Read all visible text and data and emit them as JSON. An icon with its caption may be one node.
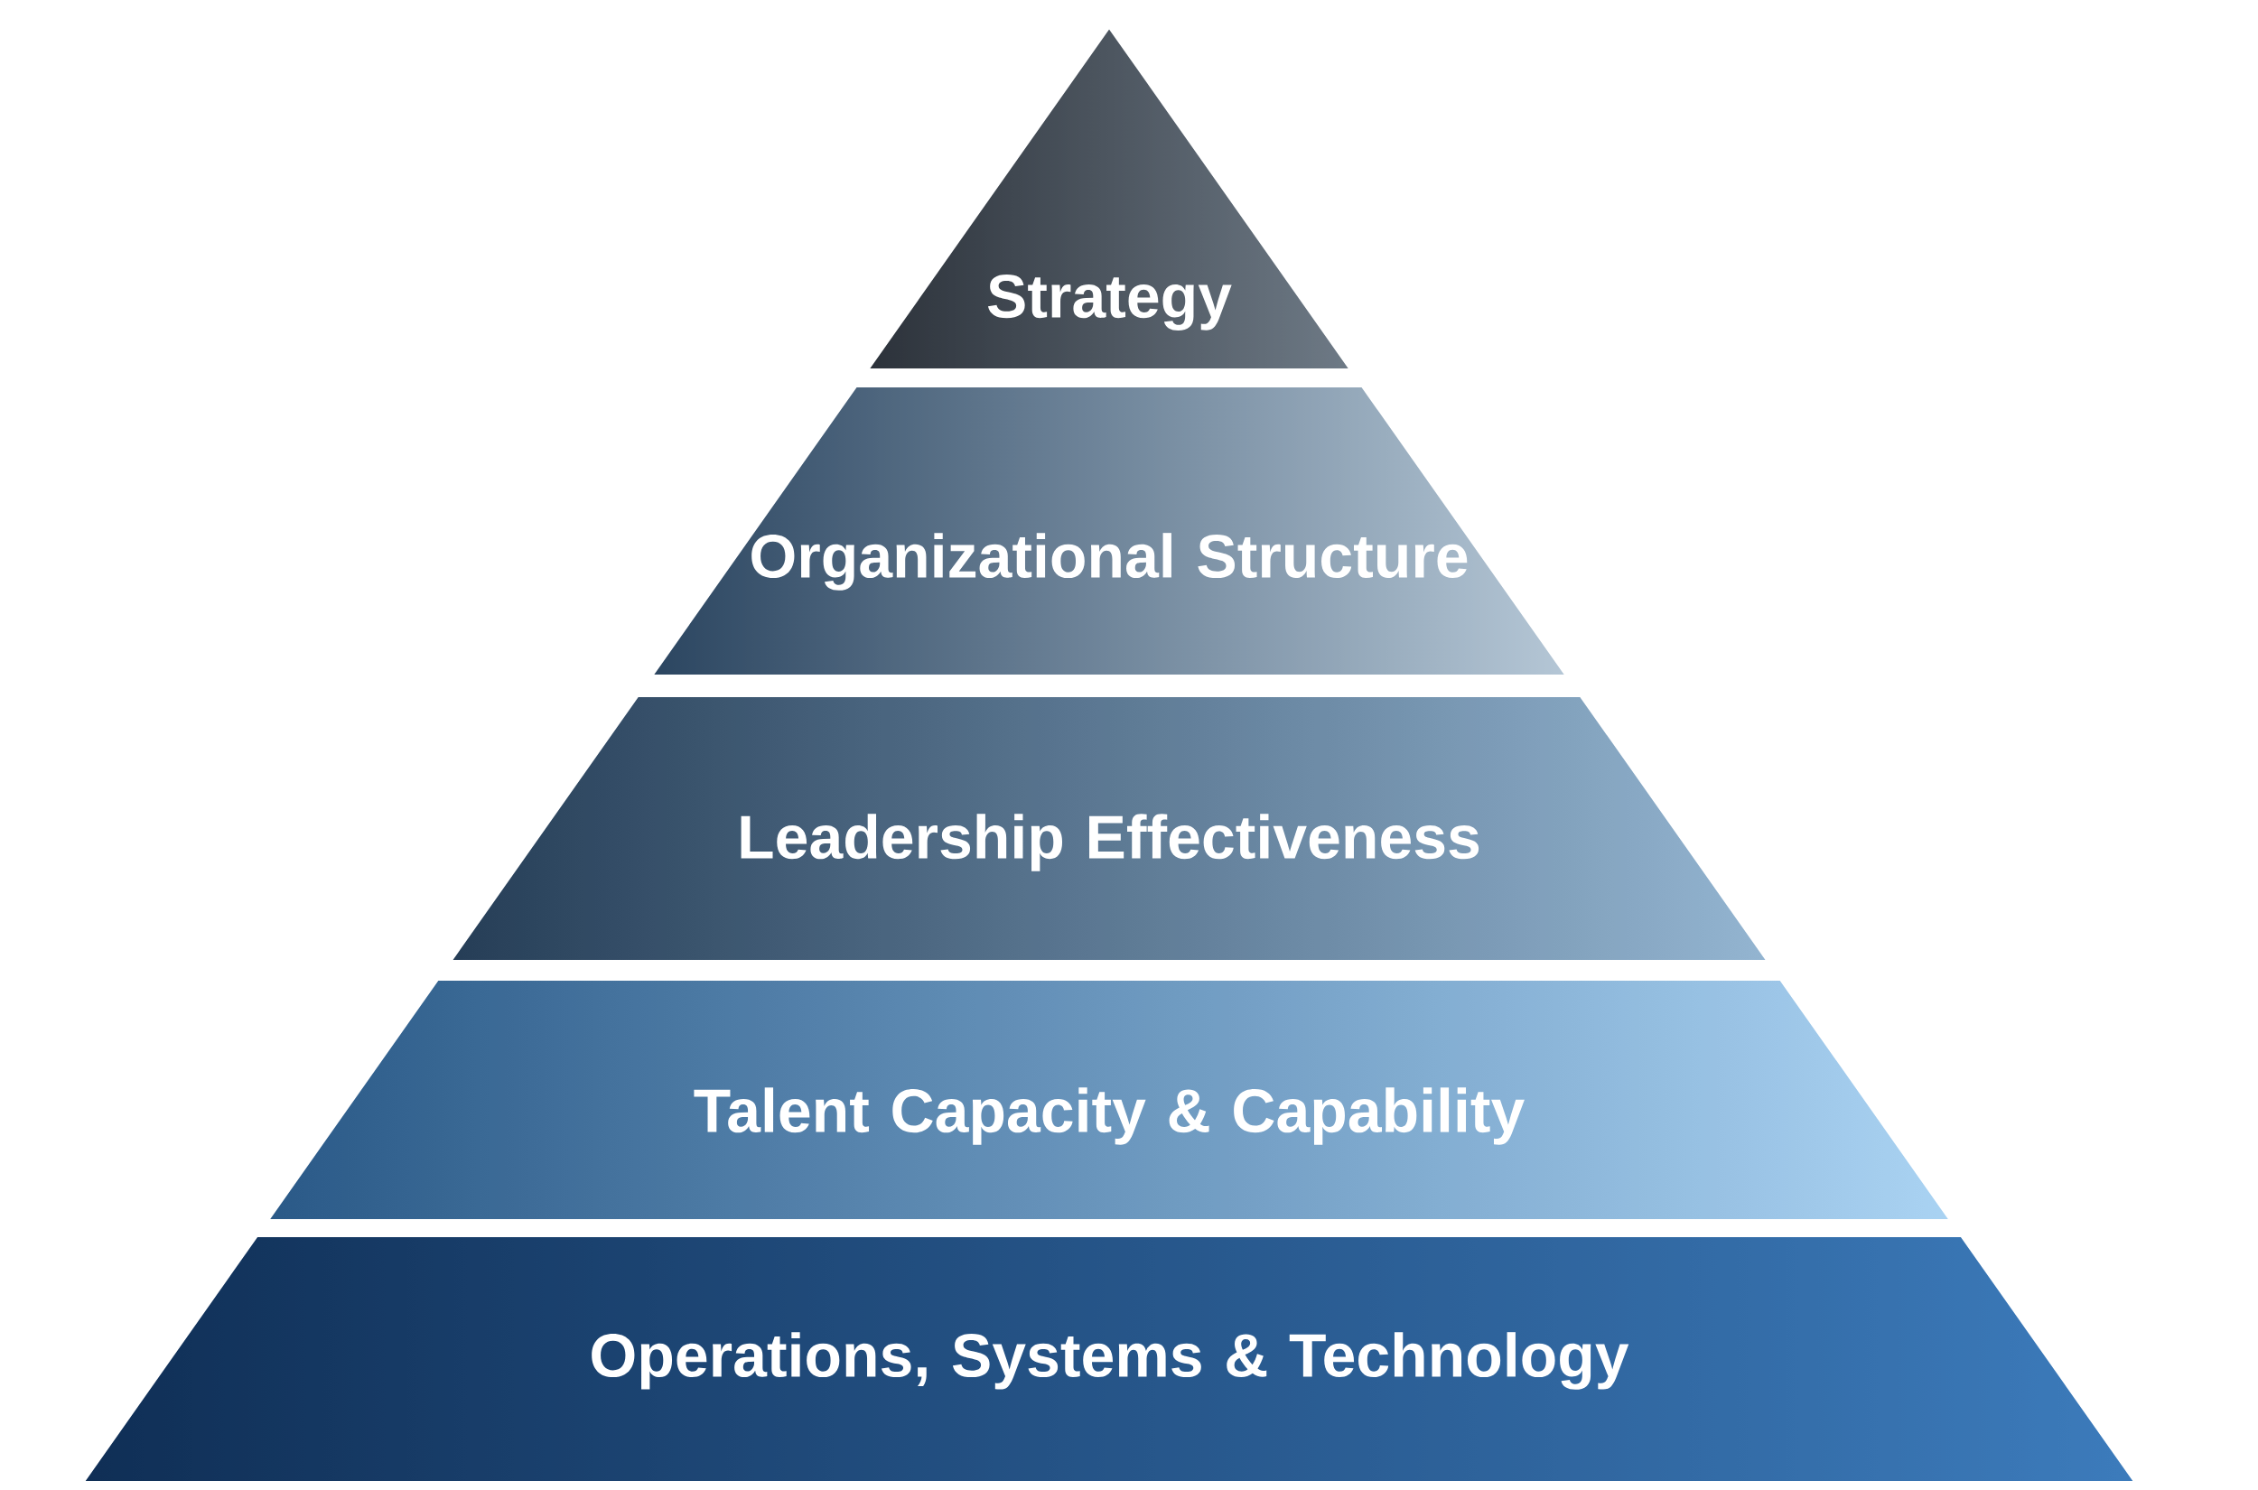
{
  "diagram": {
    "nodes": [
      {
        "text": [
          "Strategy"
        ]
      },
      {
        "text": [
          "Organizational Structure"
        ]
      },
      {
        "text": [
          "Leadership Effectiveness"
        ]
      },
      {
        "text": [
          "Talent Capacity & Capability"
        ]
      },
      {
        "text": [
          "Operations, Systems & Technology"
        ]
      }
    ]
  }
}
